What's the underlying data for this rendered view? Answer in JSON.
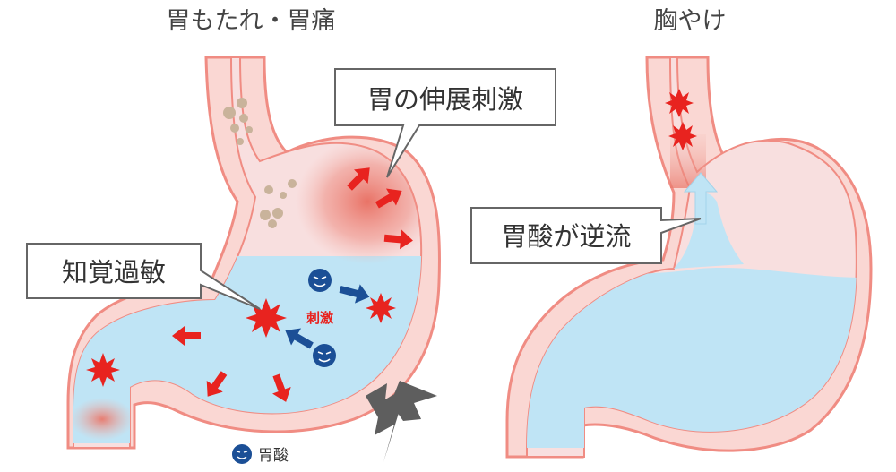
{
  "panels": [
    {
      "title": "胃もたれ・胃痛"
    },
    {
      "title": "胸やけ"
    }
  ],
  "callouts": {
    "stretch": "胃の伸展刺激",
    "hypersensitivity": "知覚過敏",
    "reflux": "胃酸が逆流"
  },
  "stimulus_label": "刺激",
  "legend": {
    "label": "胃酸",
    "icon": "acid-face-icon"
  },
  "colors": {
    "wall_outline": "#f08c83",
    "wall_fill": "#fad7d3",
    "stomach_inner": "#f8dfdf",
    "acid": "#bfe4f5",
    "pain_red": "#e8231f",
    "acid_face": "#1b4f96",
    "callout_border": "#666666",
    "title_text": "#444444",
    "lightning": "#5e5e5e"
  }
}
